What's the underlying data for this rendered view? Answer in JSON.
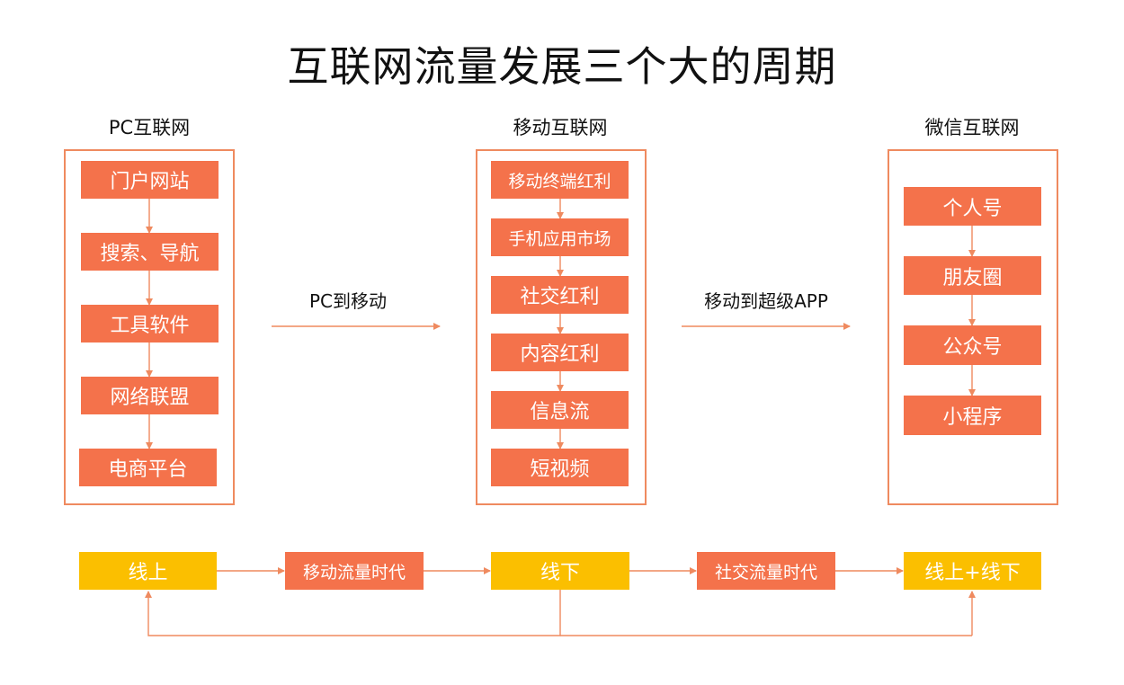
{
  "title": "互联网流量发展三个大的周期",
  "columns": {
    "pc": {
      "title": "PC互联网",
      "items": [
        "门户网站",
        "搜索、导航",
        "工具软件",
        "网络联盟",
        "电商平台"
      ]
    },
    "mobile": {
      "title": "移动互联网",
      "items": [
        "移动终端红利",
        "手机应用市场",
        "社交红利",
        "内容红利",
        "信息流",
        "短视频"
      ]
    },
    "wechat": {
      "title": "微信互联网",
      "items": [
        "个人号",
        "朋友圈",
        "公众号",
        "小程序"
      ]
    }
  },
  "transitions": {
    "pc_to_mobile": "PC到移动",
    "mobile_to_super_app": "移动到超级APP"
  },
  "bottom_flow": {
    "online": "线上",
    "mobile_era": "移动流量时代",
    "offline": "线下",
    "social_era": "社交流量时代",
    "online_offline": "线上+线下"
  },
  "colors": {
    "node": "#f4724b",
    "frame": "#ef8a5f",
    "highlight": "#fbbf00",
    "arrow": "#ef8a5f"
  }
}
